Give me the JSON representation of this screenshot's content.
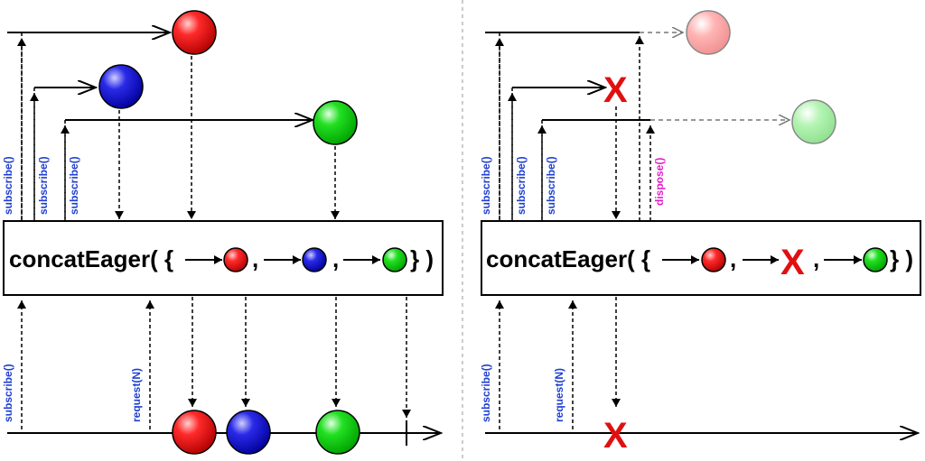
{
  "left_panel": {
    "operator_text": "concatEager(",
    "operator_open_brace": "{",
    "operator_separators": [
      ",",
      ",",
      "} )"
    ],
    "upstream_labels": [
      "subscribe()",
      "subscribe()",
      "subscribe()"
    ],
    "downstream_labels": [
      "subscribe()",
      "request(N)"
    ]
  },
  "right_panel": {
    "operator_text": "concatEager(",
    "operator_open_brace": "{",
    "operator_separators": [
      ",",
      ",",
      "} )"
    ],
    "upstream_labels": [
      "subscribe()",
      "subscribe()",
      "subscribe()"
    ],
    "dispose_label": "dispose()",
    "downstream_labels": [
      "subscribe()",
      "request(N)"
    ],
    "error_symbol": "X"
  },
  "colors": {
    "red": "#ff2020",
    "blue": "#2020e0",
    "green": "#20e020",
    "faded_red": "#ffb0b0",
    "faded_green": "#b0f0b0",
    "error": "#e01010",
    "label_blue": "#1f3fd1",
    "label_magenta": "#e020c8"
  }
}
